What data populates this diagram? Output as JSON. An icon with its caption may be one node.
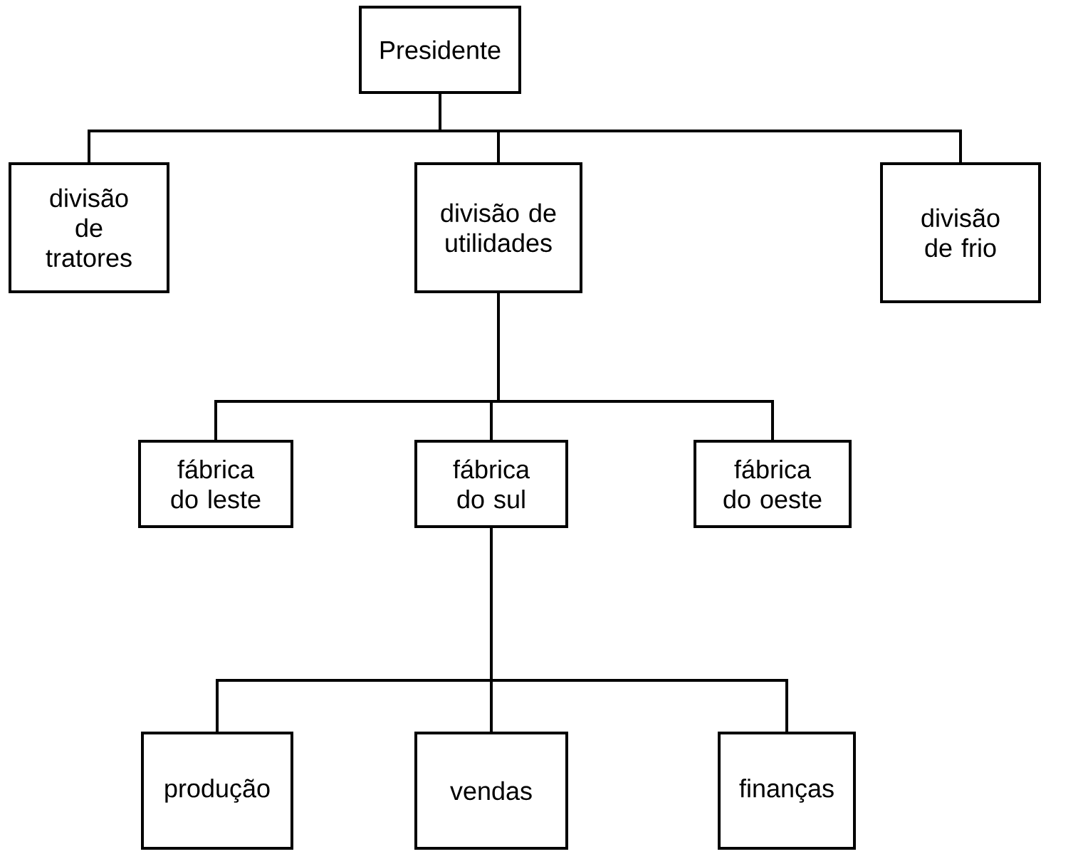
{
  "diagram": {
    "nodes": [
      {
        "text": [
          "Presidente"
        ]
      },
      {
        "text": [
          "divisão de tratores"
        ]
      },
      {
        "text": [
          "divisão de utilidades"
        ]
      },
      {
        "text": [
          "divisão de frio"
        ]
      },
      {
        "text": [
          "fábrica do leste"
        ]
      },
      {
        "text": [
          "fábrica do sul"
        ]
      },
      {
        "text": [
          "fábrica do oeste"
        ]
      },
      {
        "text": [
          "produção"
        ]
      },
      {
        "text": [
          "vendas"
        ]
      },
      {
        "text": [
          "finanças"
        ]
      }
    ],
    "edges": [
      {
        "from": 0,
        "to": 1,
        "arrow": "none"
      },
      {
        "from": 0,
        "to": 2,
        "arrow": "none"
      },
      {
        "from": 0,
        "to": 3,
        "arrow": "none"
      },
      {
        "from": 2,
        "to": 4,
        "arrow": "none"
      },
      {
        "from": 2,
        "to": 5,
        "arrow": "none"
      },
      {
        "from": 2,
        "to": 6,
        "arrow": "none"
      },
      {
        "from": 5,
        "to": 7,
        "arrow": "none"
      },
      {
        "from": 5,
        "to": 8,
        "arrow": "none"
      },
      {
        "from": 5,
        "to": 9,
        "arrow": "none"
      }
    ]
  }
}
